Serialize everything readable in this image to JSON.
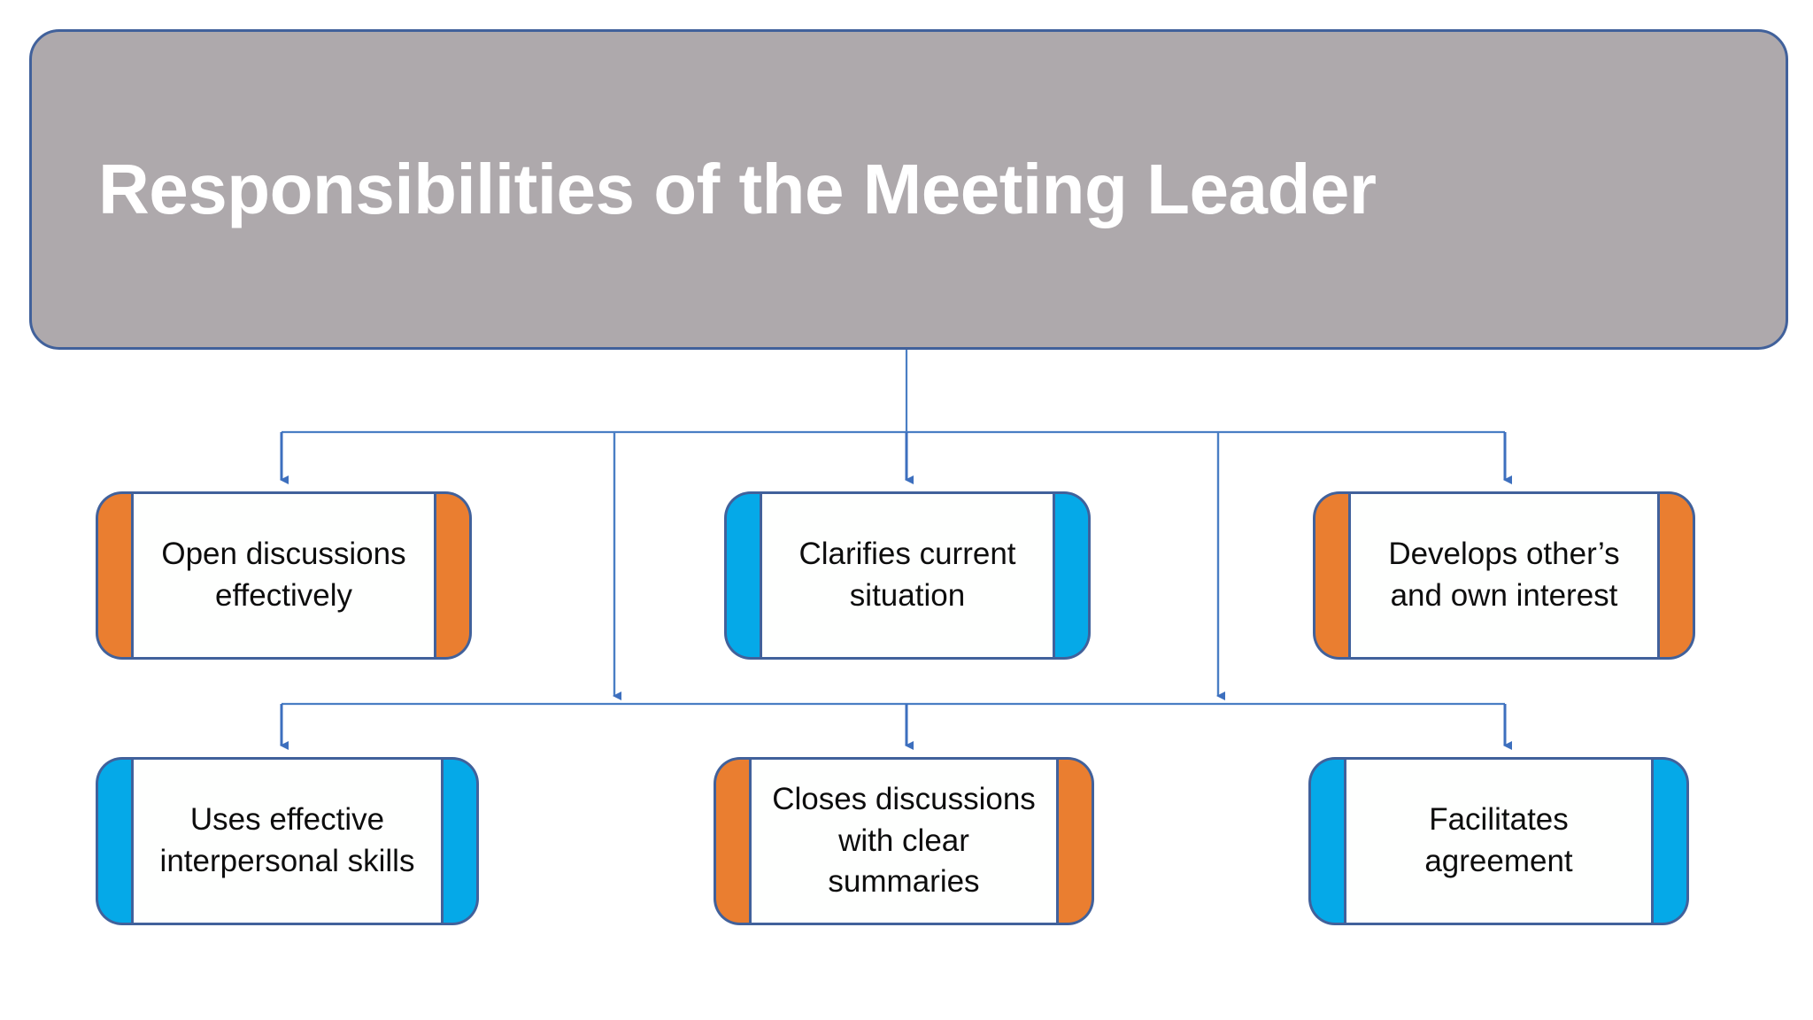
{
  "slide": {
    "background_color": "#ffffff",
    "title": {
      "text": "Responsibilities of the Meeting Leader",
      "fill_color": "#aea9ac",
      "border_color": "#41619b",
      "text_color": "#ffffff"
    },
    "palette": {
      "orange": "#ea7e30",
      "blue": "#05a9e8",
      "border": "#41619b",
      "connector": "#4472c4",
      "box_fill": "#fefffe"
    },
    "rows": [
      {
        "row_name": "row-1",
        "boxes": [
          {
            "label": "Open discussions\neffectively",
            "accent": "orange"
          },
          {
            "label": "Clarifies current\nsituation",
            "accent": "blue"
          },
          {
            "label": "Develops other’s\nand own interest",
            "accent": "orange"
          }
        ]
      },
      {
        "row_name": "row-2",
        "boxes": [
          {
            "label": "Uses effective\ninterpersonal skills",
            "accent": "blue"
          },
          {
            "label": "Closes discussions\nwith clear\nsummaries",
            "accent": "orange"
          },
          {
            "label": "Facilitates\nagreement",
            "accent": "blue"
          }
        ]
      }
    ]
  }
}
